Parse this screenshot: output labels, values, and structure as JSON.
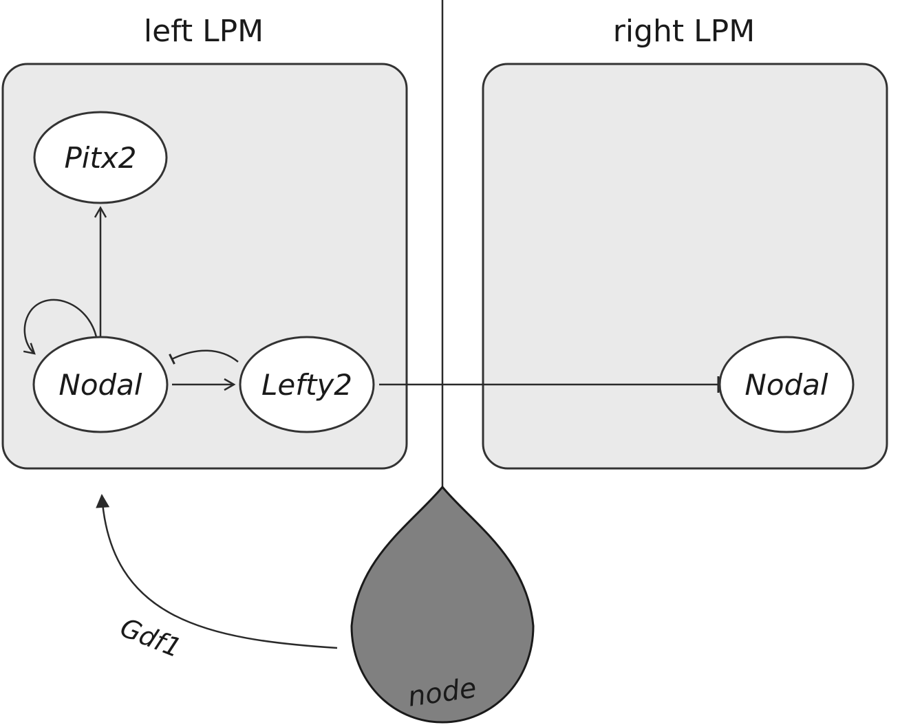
{
  "panels": {
    "left": {
      "title": "left LPM"
    },
    "right": {
      "title": "right LPM"
    }
  },
  "genes": {
    "pitx2": "Pitx2",
    "nodal_left": "Nodal",
    "lefty2": "Lefty2",
    "nodal_right": "Nodal"
  },
  "node": {
    "label": "node",
    "color": "#808080"
  },
  "signal": {
    "gdf1": "Gdf1"
  },
  "colors": {
    "panel_fill": "#eaeaea",
    "outline": "#333333",
    "background": "#ffffff"
  }
}
